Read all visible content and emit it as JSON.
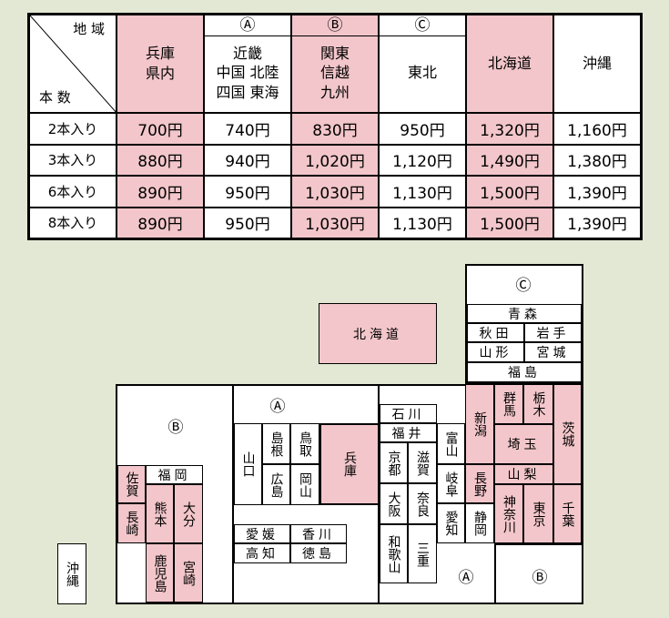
{
  "table": {
    "corner_top": "地 域",
    "corner_bottom": "本 数",
    "columns": [
      {
        "mark": "",
        "label": "兵庫\n県内",
        "color": "#f2c6ca"
      },
      {
        "mark": "Ⓐ",
        "label": "近畿\n中国 北陸\n四国 東海",
        "color": "#ffffff"
      },
      {
        "mark": "Ⓑ",
        "label": "関東\n信越\n九州",
        "color": "#f2c6ca"
      },
      {
        "mark": "Ⓒ",
        "label": "東北",
        "color": "#ffffff"
      },
      {
        "mark": "",
        "label": "北海道",
        "color": "#f2c6ca"
      },
      {
        "mark": "",
        "label": "沖縄",
        "color": "#ffffff"
      }
    ],
    "rows": [
      {
        "label": "2本入り",
        "values": [
          "700円",
          "740円",
          "830円",
          "950円",
          "1,320円",
          "1,160円"
        ]
      },
      {
        "label": "3本入り",
        "values": [
          "880円",
          "940円",
          "1,020円",
          "1,120円",
          "1,490円",
          "1,380円"
        ]
      },
      {
        "label": "6本入り",
        "values": [
          "890円",
          "950円",
          "1,030円",
          "1,130円",
          "1,500円",
          "1,390円"
        ]
      },
      {
        "label": "8本入り",
        "values": [
          "890円",
          "950円",
          "1,030円",
          "1,130円",
          "1,500円",
          "1,390円"
        ]
      }
    ]
  },
  "map": {
    "hokkaido": "北海道",
    "okinawa": "沖縄",
    "region_a_mark": "Ⓐ",
    "region_b_mark": "Ⓑ",
    "region_c_mark": "Ⓒ",
    "tohoku": {
      "aomori": "青森",
      "akita": "秋田",
      "iwate": "岩手",
      "yamagata": "山形",
      "miyagi": "宮城",
      "fukushima": "福島"
    },
    "kanto": {
      "gunma": "群馬",
      "tochigi": "栃木",
      "ibaraki": "茨城",
      "saitama": "埼玉",
      "yamanashi": "山梨",
      "kanagawa": "神奈川",
      "tokyo": "東京",
      "chiba": "千葉",
      "niigata": "新潟",
      "nagano": "長野"
    },
    "chubu": {
      "ishikawa": "石川",
      "fukui": "福井",
      "toyama": "富山",
      "gifu": "岐阜",
      "aichi": "愛知",
      "shizuoka": "静岡"
    },
    "kinki": {
      "kyoto": "京都",
      "shiga": "滋賀",
      "osaka": "大阪",
      "nara": "奈良",
      "wakayama": "和歌山",
      "mie": "三重",
      "hyogo": "兵庫"
    },
    "chugoku": {
      "yamaguchi": "山口",
      "shimane": "島根",
      "tottori": "鳥取",
      "hiroshima": "広島",
      "okayama": "岡山"
    },
    "shikoku": {
      "ehime": "愛媛",
      "kagawa": "香川",
      "kochi": "高知",
      "tokushima": "徳島"
    },
    "kyushu": {
      "fukuoka": "福岡",
      "saga": "佐賀",
      "nagasaki": "長崎",
      "kumamoto": "熊本",
      "oita": "大分",
      "kagoshima": "鹿児島",
      "miyazaki": "宮崎"
    }
  }
}
